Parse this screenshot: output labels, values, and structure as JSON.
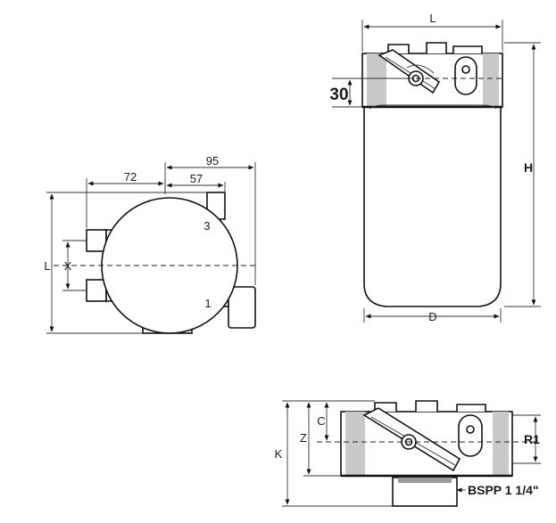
{
  "side_view": {
    "dim_length": "L",
    "dim_height": "H",
    "dim_diameter": "D",
    "dim_30": "30"
  },
  "top_view": {
    "dim_72": "72",
    "dim_95": "95",
    "dim_57": "57",
    "dim_length": "L",
    "dim_x": "X",
    "port_3": "3",
    "port_1": "1"
  },
  "head_view": {
    "dim_k": "K",
    "dim_z": "Z",
    "dim_c": "C",
    "dim_r1": "R1",
    "thread_label": "BSPP 1 1/4\""
  }
}
